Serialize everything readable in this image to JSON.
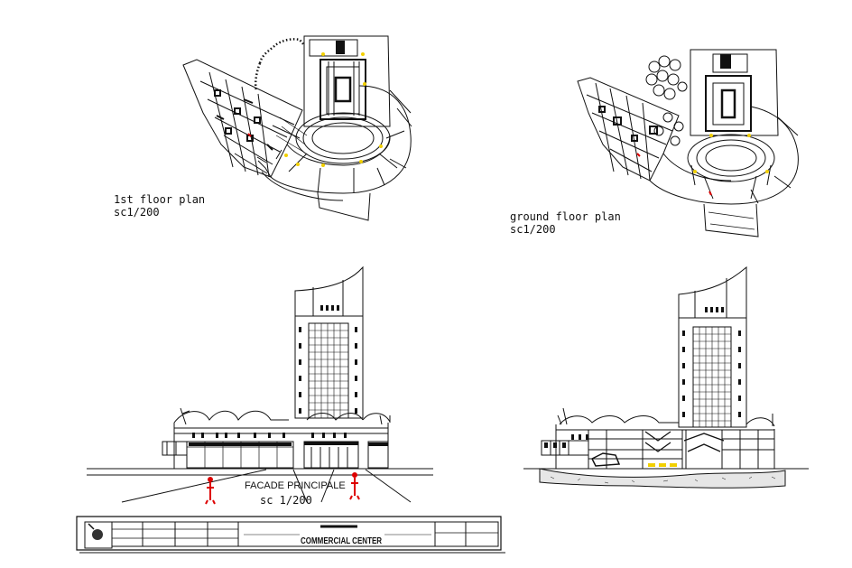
{
  "plans": {
    "first_floor": {
      "title": "1st floor plan",
      "scale": "sc1/200"
    },
    "ground_floor": {
      "title": "ground floor plan",
      "scale": "sc1/200"
    }
  },
  "facade": {
    "title": "FACADE PRINCIPALE",
    "scale": "sc 1/200"
  },
  "title_block": {
    "project_name": "COMMERCIAL CENTER"
  }
}
